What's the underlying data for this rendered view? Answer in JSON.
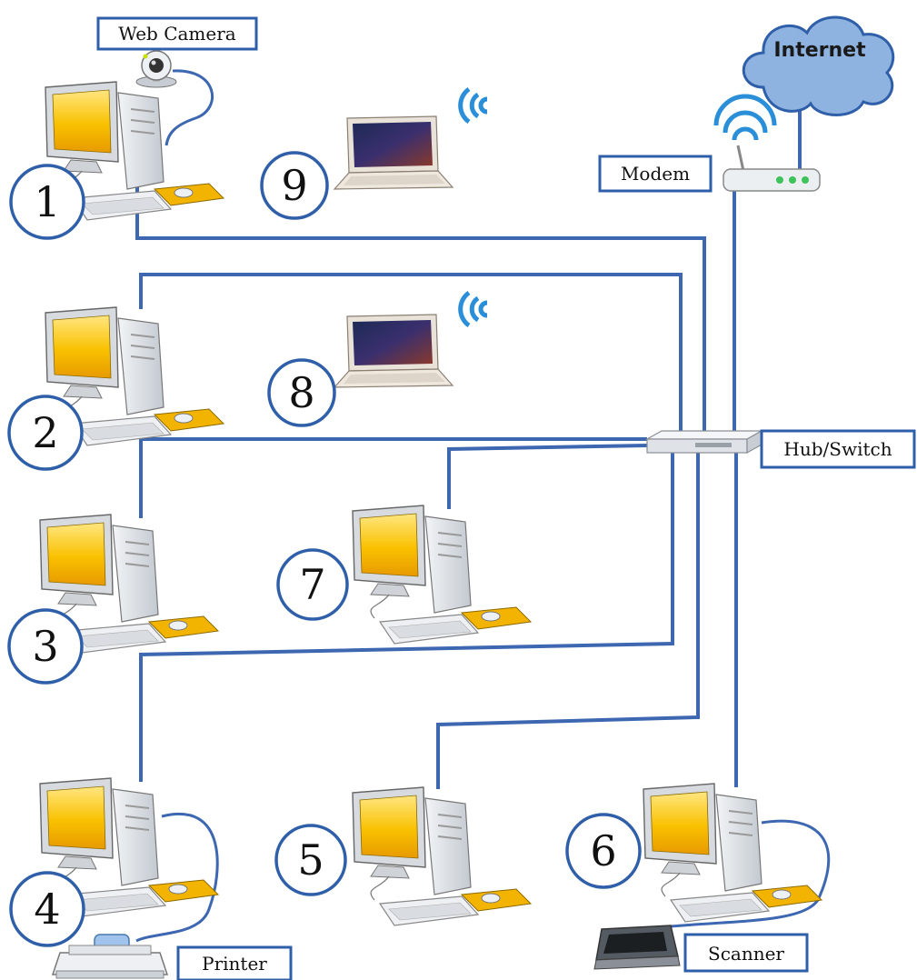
{
  "labels": {
    "web_camera": "Web Camera",
    "internet": "Internet",
    "modem": "Modem",
    "hub_switch": "Hub/Switch",
    "printer": "Printer",
    "scanner": "Scanner"
  },
  "node_numbers": {
    "n1": "1",
    "n2": "2",
    "n3": "3",
    "n4": "4",
    "n5": "5",
    "n6": "6",
    "n7": "7",
    "n8": "8",
    "n9": "9"
  },
  "colors": {
    "line": "#3d67b0",
    "cloud_fill": "#8fb3e0",
    "cloud_stroke": "#2e5fa8",
    "screen": "#f5b400",
    "tower": "#d8dde3"
  },
  "icons": {
    "computer": "desktop-computer-icon",
    "laptop": "laptop-icon",
    "wireless": "wifi-signal-icon",
    "cloud": "cloud-icon",
    "modem": "router-icon",
    "hub": "network-switch-icon",
    "printer": "printer-icon",
    "scanner": "scanner-icon",
    "webcam": "webcam-icon"
  }
}
